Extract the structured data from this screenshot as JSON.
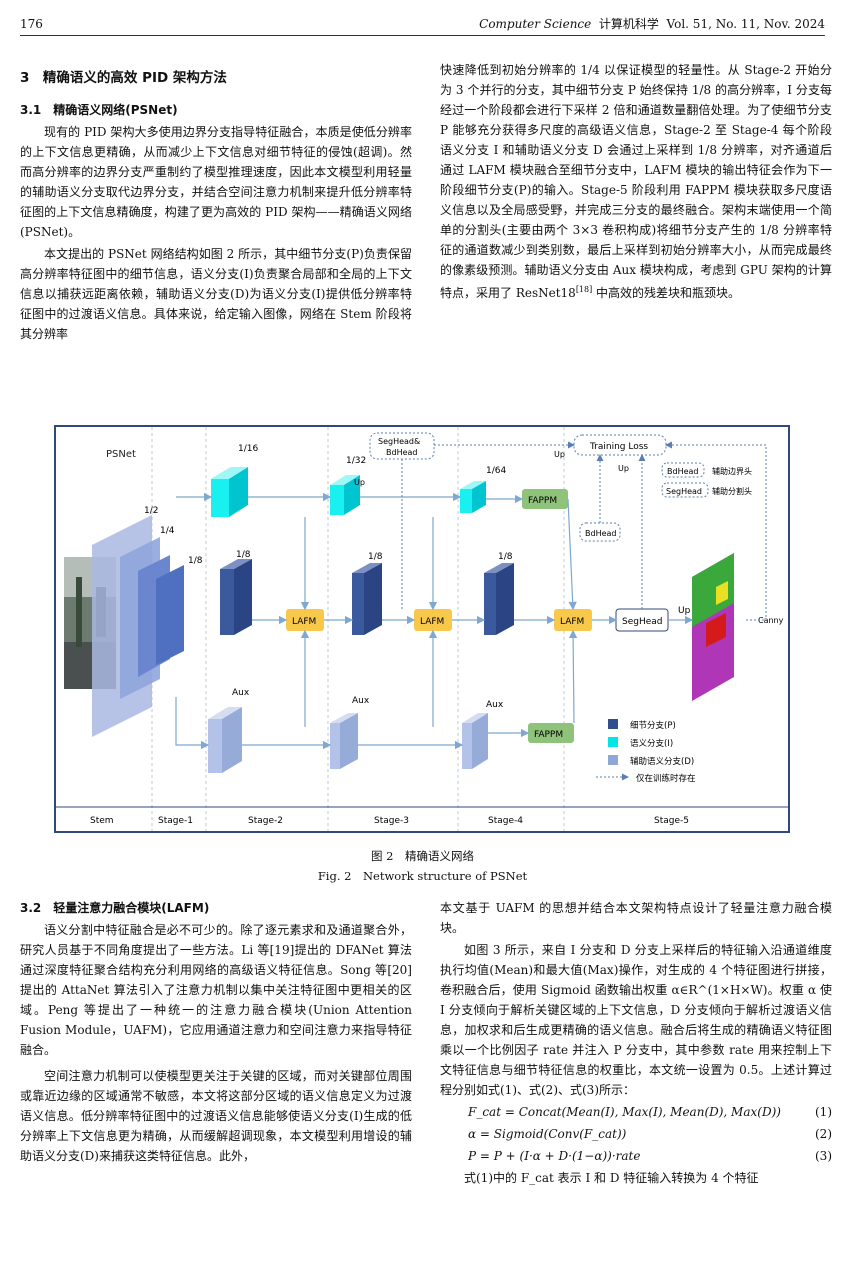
{
  "header": {
    "page_number": "176",
    "journal_en": "Computer Science",
    "journal_cn": "计算机科学",
    "volume": "Vol. 51, No. 11, Nov. 2024"
  },
  "left_top": {
    "section_title": "3　精确语义的高效 PID 架构方法",
    "subsection_title": "3.1　精确语义网络(PSNet)",
    "paragraphs": [
      "现有的 PID 架构大多使用边界分支指导特征融合，本质是使低分辨率的上下文信息更精确，从而减少上下文信息对细节特征的侵蚀(超调)。然而高分辨率的边界分支严重制约了模型推理速度，因此本文模型利用轻量的辅助语义分支取代边界分支，并结合空间注意力机制来提升低分辨率特征图的上下文信息精确度，构建了更为高效的 PID 架构——精确语义网络(PSNet)。",
      "本文提出的 PSNet 网络结构如图 2 所示，其中细节分支(P)负责保留高分辨率特征图中的细节信息，语义分支(I)负责聚合局部和全局的上下文信息以捕获远距离依赖，辅助语义分支(D)为语义分支(I)提供低分辨率特征图中的过渡语义信息。具体来说，给定输入图像，网络在 Stem 阶段将其分辨率"
    ]
  },
  "right_top": {
    "paragraphs": [
      "快速降低到初始分辨率的 1/4 以保证模型的轻量性。从 Stage-2 开始分为 3 个并行的分支，其中细节分支 P 始终保持 1/8 的高分辨率，I 分支每经过一个阶段都会进行下采样 2 倍和通道数量翻倍处理。为了使细节分支 P 能够充分获得多尺度的高级语义信息，Stage-2 至 Stage-4 每个阶段语义分支 I 和辅助语义分支 D 会通过上采样到 1/8 分辨率，对齐通道后通过 LAFM 模块融合至细节分支中，LAFM 模块的输出特征会作为下一阶段细节分支(P)的输入。Stage-5 阶段利用 FAPPM 模块获取多尺度语义信息以及全局感受野，并完成三分支的最终融合。架构末端使用一个简单的分割头(主要由两个 3×3 卷积构成)将细节分支产生的 1/8 分辨率特征的通道数减少到类别数，最后上采样到初始分辨率大小，从而完成最终的像素级预测。辅助语义分支由 Aux 模块构成，考虑到 GPU 架构的计算特点，采用了 ResNet18",
      "[18]",
      " 中高效的残差块和瓶颈块。"
    ]
  },
  "figure": {
    "psnet_label": "PSNet",
    "res_labels": [
      "1/2",
      "1/4",
      "1/8",
      "1/16",
      "1/8",
      "1/32",
      "1/8",
      "1/64",
      "1/8"
    ],
    "lafm": "LAFM",
    "fappm": "FAPPM",
    "aux": "Aux",
    "seghead": "SegHead",
    "bdhead": "BdHead",
    "seghead_bd_l1": "SegHead&",
    "seghead_bd_l2": "BdHead",
    "training_loss": "Training Loss",
    "up": "Up",
    "canny": "Canny",
    "legend_bdhead": "BdHead",
    "legend_bdhead_desc": "辅助边界头",
    "legend_seghead": "SegHead",
    "legend_seghead_desc": "辅助分割头",
    "legend_items": [
      {
        "label": "细节分支(P)",
        "color": "#2f4f8f"
      },
      {
        "label": "语义分支(I)",
        "color": "#00e5e5"
      },
      {
        "label": "辅助语义分支(D)",
        "color": "#8fa8d8"
      },
      {
        "label": "仅在训练时存在",
        "color": ""
      }
    ],
    "stages": [
      "Stem",
      "Stage-1",
      "Stage-2",
      "Stage-3",
      "Stage-4",
      "Stage-5"
    ]
  },
  "caption": {
    "cn": "图 2　精确语义网络",
    "en": "Fig. 2　Network structure of PSNet"
  },
  "left_bottom": {
    "subsection_title": "3.2　轻量注意力融合模块(LAFM)",
    "paragraphs": [
      "语义分割中特征融合是必不可少的。除了逐元素求和及通道聚合外，研究人员基于不同角度提出了一些方法。Li 等[19]提出的 DFANet 算法通过深度特征聚合结构充分利用网络的高级语义特征信息。Song 等[20]提出的 AttaNet 算法引入了注意力机制以集中关注特征图中更相关的区域。Peng 等提出了一种统一的注意力融合模块(Union Attention Fusion Module，UAFM)，它应用通道注意力和空间注意力来指导特征融合。",
      "空间注意力机制可以使模型更关注于关键的区域，而对关键部位周围或靠近边缘的区域通常不敏感，本文将这部分区域的语义信息定义为过渡语义信息。低分辨率特征图中的过渡语义信息能够使语义分支(I)生成的低分辨率上下文信息更为精确，从而缓解超调现象，本文模型利用增设的辅助语义分支(D)来捕获这类特征信息。此外，"
    ]
  },
  "right_bottom": {
    "paragraphs": [
      "本文基于 UAFM 的思想并结合本文架构特点设计了轻量注意力融合模块。",
      "如图 3 所示，来自 I 分支和 D 分支上采样后的特征输入沿通道维度执行均值(Mean)和最大值(Max)操作，对生成的 4 个特征图进行拼接，卷积融合后，使用 Sigmoid 函数输出权重 α∈R^(1×H×W)。权重 α 使 I 分支倾向于解析关键区域的上下文信息，D 分支倾向于解析过渡语义信息，加权求和后生成更精确的语义信息。融合后将生成的精确语义特征图乘以一个比例因子 rate 并注入 P 分支中，其中参数 rate 用来控制上下文特征信息与细节特征信息的权重比，本文统一设置为 0.5。上述计算过程分别如式(1)、式(2)、式(3)所示："
    ],
    "equations": [
      {
        "text": "F_cat = Concat(Mean(I), Max(I), Mean(D), Max(D))",
        "num": "(1)"
      },
      {
        "text": "α = Sigmoid(Conv(F_cat))",
        "num": "(2)"
      },
      {
        "text": "P = P + (I·α + D·(1−α))·rate",
        "num": "(3)"
      }
    ],
    "last_line": "式(1)中的 F_cat 表示 I 和 D 特征输入转换为 4 个特征"
  }
}
